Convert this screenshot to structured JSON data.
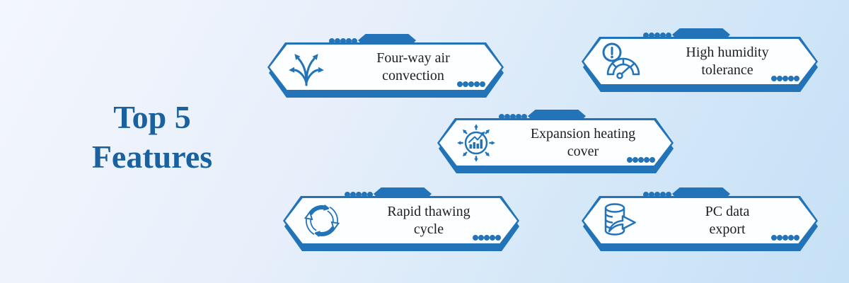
{
  "title": "Top 5\nFeatures",
  "colors": {
    "accent": "#2273b8",
    "title_color": "#19619f",
    "badge_fill": "#fcfeff",
    "label_color": "#1e1e20",
    "background_start": "#f3f6fd",
    "background_end": "#c6e0f6"
  },
  "features": [
    {
      "label": "Four-way air\nconvection",
      "icon": "four-way-arrows-icon"
    },
    {
      "label": "High humidity\ntolerance",
      "icon": "humidity-gauge-icon"
    },
    {
      "label": "Expansion heating\ncover",
      "icon": "expansion-chart-icon"
    },
    {
      "label": "Rapid thawing\ncycle",
      "icon": "cycle-arrows-icon"
    },
    {
      "label": "PC data\nexport",
      "icon": "database-export-icon"
    }
  ]
}
